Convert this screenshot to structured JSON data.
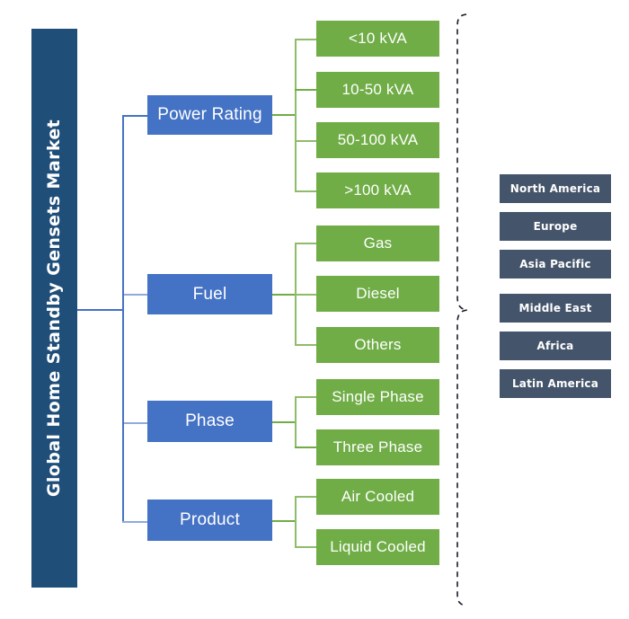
{
  "diagram": {
    "root": {
      "label": "Global Home Standby Gensets Market",
      "color": "#1F4E79"
    },
    "category_color": "#4472C4",
    "segment_color": "#70AD47",
    "region_color": "#44546A",
    "connector_blue": "#4472C4",
    "connector_green": "#8FBC6B",
    "categories": [
      {
        "label": "Power Rating",
        "segments": [
          {
            "label": "<10 kVA"
          },
          {
            "label": "10-50 kVA"
          },
          {
            "label": "50-100 kVA"
          },
          {
            "label": ">100 kVA"
          }
        ]
      },
      {
        "label": "Fuel",
        "segments": [
          {
            "label": "Gas"
          },
          {
            "label": "Diesel"
          },
          {
            "label": "Others"
          }
        ]
      },
      {
        "label": "Phase",
        "segments": [
          {
            "label": "Single Phase"
          },
          {
            "label": "Three  Phase"
          }
        ]
      },
      {
        "label": "Product",
        "segments": [
          {
            "label": "Air Cooled"
          },
          {
            "label": "Liquid Cooled"
          }
        ]
      }
    ],
    "regions": [
      {
        "label": "North America"
      },
      {
        "label": "Europe"
      },
      {
        "label": "Asia Pacific"
      },
      {
        "label": "Middle East"
      },
      {
        "label": "Africa"
      },
      {
        "label": "Latin America"
      }
    ]
  }
}
